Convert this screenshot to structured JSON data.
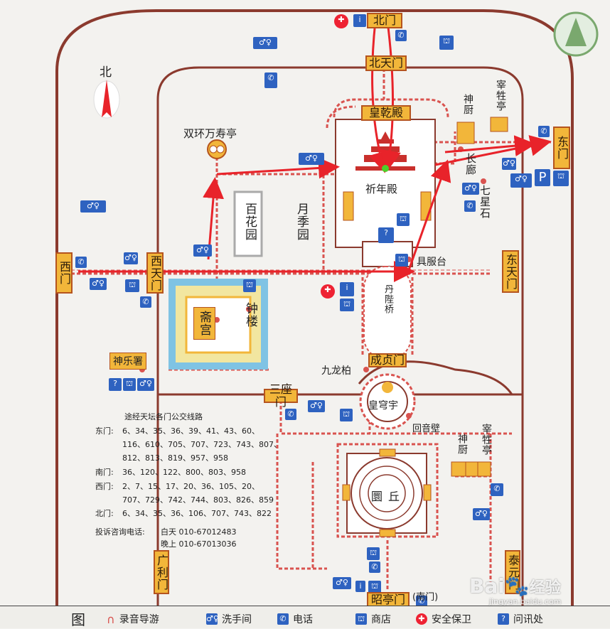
{
  "colors": {
    "wall": "#8b3a2e",
    "path": "#d9534f",
    "gate": "#f2b63a",
    "icon": "#2e62c0",
    "arrow": "#e8232a",
    "route": "#7cd12a"
  },
  "compass": "北",
  "gates": {
    "north": "北门",
    "north_heaven": "北天门",
    "east": "东门",
    "east_heaven": "东天门",
    "west": "西门",
    "west_heaven": "西天门",
    "south": "昭亭门",
    "south_note": "(南门)",
    "guangli": "广利门",
    "taiyuan": "泰元门",
    "sanzuo": "三座门",
    "chengzhen": "成贞门",
    "huangqian": "皇乾殿"
  },
  "places": {
    "qinian": "祈年殿",
    "huanqiong": "皇穹宇",
    "yuanqiu": "圜丘",
    "zhaigong": "斋宫",
    "zhonglou": "钟楼",
    "baihua": "百花园",
    "yueji": "月季园",
    "shenle": "神乐署",
    "juchu": "具服台",
    "danbi": "丹陛桥",
    "jiulong": "九龙柏",
    "huiyin": "回音壁",
    "shenchu": "神厨",
    "zaisheng": "宰牲亭",
    "changlang": "长廊",
    "qixing": "七星石",
    "shuanghuan": "双环万寿亭"
  },
  "bus": {
    "title": "途经天坛各门公交线路",
    "east_label": "东门:",
    "east_1": "6、34、35、36、39、41、43、60、",
    "east_2": "116、610、705、707、723、743、807、",
    "east_3": "812、813、819、957、958",
    "south_label": "南门:",
    "south_1": "36、120、122、800、803、958",
    "west_label": "西门:",
    "west_1": "2、7、15、17、20、36、105、20、",
    "west_2": "707、729、742、744、803、826、859",
    "north_label": "北门:",
    "north_1": "6、34、35、36、106、707、743、822",
    "phone_label": "投诉咨询电话:",
    "phone_day": "白天 010-67012483",
    "phone_night": "晚上 010-67013036"
  },
  "legend": {
    "title": "图",
    "audio": "录音导游",
    "toilet": "洗手间",
    "phone": "电话",
    "shop": "商店",
    "security": "安全保卫",
    "info": "问讯处"
  },
  "watermark": {
    "brand": "Bai",
    "brand2": "经验",
    "url": "jingyan.baidu.com"
  }
}
